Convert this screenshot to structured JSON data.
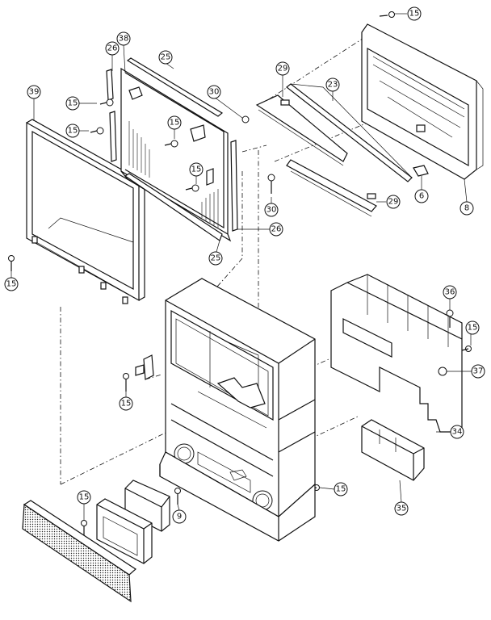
{
  "callouts": [
    {
      "id": "c-15-top",
      "text": "15"
    },
    {
      "id": "c-26-top",
      "text": "26"
    },
    {
      "id": "c-38",
      "text": "38"
    },
    {
      "id": "c-25-top",
      "text": "25"
    },
    {
      "id": "c-39",
      "text": "39"
    },
    {
      "id": "c-15-a",
      "text": "15"
    },
    {
      "id": "c-15-b",
      "text": "15"
    },
    {
      "id": "c-15-c",
      "text": "15"
    },
    {
      "id": "c-15-d",
      "text": "15"
    },
    {
      "id": "c-30-a",
      "text": "30"
    },
    {
      "id": "c-29-top",
      "text": "29"
    },
    {
      "id": "c-23",
      "text": "23"
    },
    {
      "id": "c-30-b",
      "text": "30"
    },
    {
      "id": "c-29-bot",
      "text": "29"
    },
    {
      "id": "c-6",
      "text": "6"
    },
    {
      "id": "c-8",
      "text": "8"
    },
    {
      "id": "c-26-bot",
      "text": "26"
    },
    {
      "id": "c-25-bot",
      "text": "25"
    },
    {
      "id": "c-15-left",
      "text": "15"
    },
    {
      "id": "c-36",
      "text": "36"
    },
    {
      "id": "c-15-right",
      "text": "15"
    },
    {
      "id": "c-37",
      "text": "37"
    },
    {
      "id": "c-15-mid",
      "text": "15"
    },
    {
      "id": "c-34",
      "text": "34"
    },
    {
      "id": "c-15-lowright",
      "text": "15"
    },
    {
      "id": "c-35",
      "text": "35"
    },
    {
      "id": "c-15-lowleft",
      "text": "15"
    },
    {
      "id": "c-9",
      "text": "9"
    }
  ]
}
